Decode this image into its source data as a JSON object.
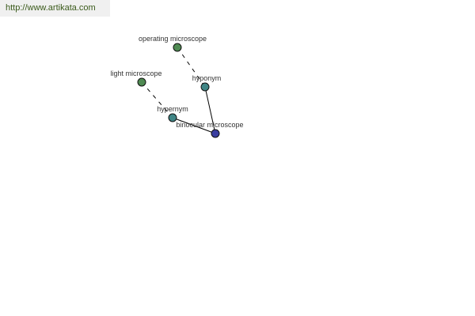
{
  "watermark": {
    "text": "http://www.artikata.com",
    "color": "#3a5a1a"
  },
  "colors": {
    "edge": "#000000",
    "label": "#333333",
    "node_stroke": "#111111",
    "node_term": "#4f8a52",
    "node_relation": "#3f8585",
    "node_center": "#3a3ea0"
  },
  "nodes": [
    {
      "id": "operating-microscope",
      "label": "operating microscope",
      "kind": "term"
    },
    {
      "id": "light-microscope",
      "label": "light microscope",
      "kind": "term"
    },
    {
      "id": "hyponym",
      "label": "hyponym",
      "kind": "relation"
    },
    {
      "id": "hypernym",
      "label": "hypernym",
      "kind": "relation"
    },
    {
      "id": "binocular-microscope",
      "label": "binocular microscope",
      "kind": "center"
    }
  ],
  "edges": [
    {
      "from": "operating-microscope",
      "to": "hyponym",
      "style": "dashed"
    },
    {
      "from": "light-microscope",
      "to": "hypernym",
      "style": "dashed"
    },
    {
      "from": "hyponym",
      "to": "binocular-microscope",
      "style": "solid"
    },
    {
      "from": "hypernym",
      "to": "binocular-microscope",
      "style": "solid"
    }
  ]
}
